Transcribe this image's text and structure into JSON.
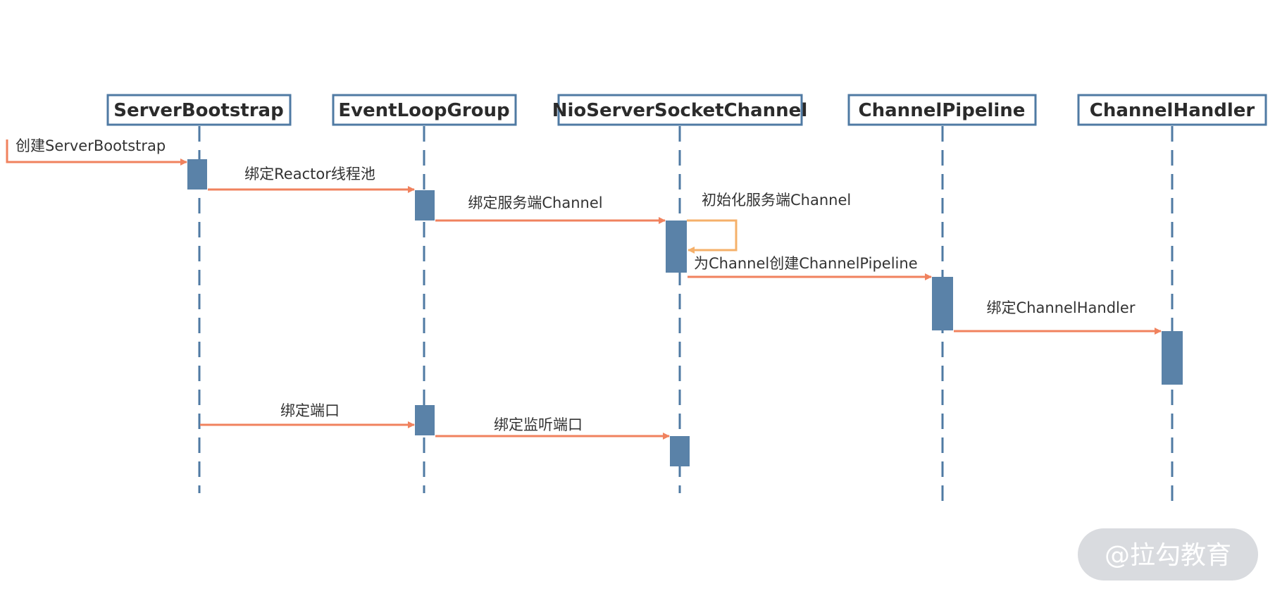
{
  "participants": [
    {
      "id": "bootstrap",
      "label": "ServerBootstrap"
    },
    {
      "id": "loopgroup",
      "label": "EventLoopGroup"
    },
    {
      "id": "nioserver",
      "label": "NioServerSocketChannel"
    },
    {
      "id": "pipeline",
      "label": "ChannelPipeline"
    },
    {
      "id": "handler",
      "label": "ChannelHandler"
    }
  ],
  "messages": [
    {
      "id": "m1",
      "from": "external",
      "to": "bootstrap",
      "label": "创建ServerBootstrap"
    },
    {
      "id": "m2",
      "from": "bootstrap",
      "to": "loopgroup",
      "label": "绑定Reactor线程池"
    },
    {
      "id": "m3",
      "from": "loopgroup",
      "to": "nioserver",
      "label": "绑定服务端Channel"
    },
    {
      "id": "m4",
      "from": "nioserver",
      "to": "nioserver",
      "label": "初始化服务端Channel"
    },
    {
      "id": "m5",
      "from": "nioserver",
      "to": "pipeline",
      "label": "为Channel创建ChannelPipeline"
    },
    {
      "id": "m6",
      "from": "pipeline",
      "to": "handler",
      "label": "绑定ChannelHandler"
    },
    {
      "id": "m7",
      "from": "bootstrap",
      "to": "loopgroup",
      "label": "绑定端口"
    },
    {
      "id": "m8",
      "from": "loopgroup",
      "to": "nioserver",
      "label": "绑定监听端口"
    }
  ],
  "watermark": "@拉勾教育",
  "colors": {
    "participant_border": "#4f7aa3",
    "lifeline": "#4f7aa3",
    "activation": "#5a82a8",
    "arrow": "#f0825e",
    "self_arrow": "#f5b06a"
  }
}
